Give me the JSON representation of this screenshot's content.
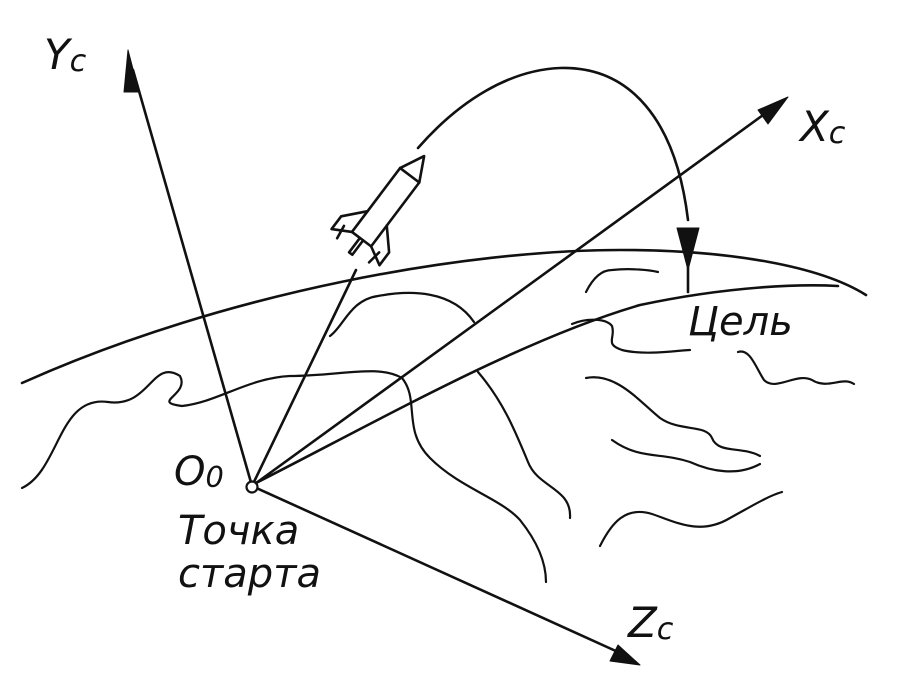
{
  "diagram": {
    "axes": {
      "y": {
        "letter": "Y",
        "subscript": "c"
      },
      "x": {
        "letter": "X",
        "subscript": "c"
      },
      "z": {
        "letter": "Z",
        "subscript": "c"
      }
    },
    "origin": {
      "letter": "O",
      "subscript": "0",
      "caption_line1": "Точка",
      "caption_line2": "старта"
    },
    "target": {
      "label": "Цель"
    },
    "colors": {
      "ink": "#111111",
      "background": "#ffffff"
    },
    "icons": [
      "rocket-icon",
      "trajectory-arrow"
    ]
  }
}
